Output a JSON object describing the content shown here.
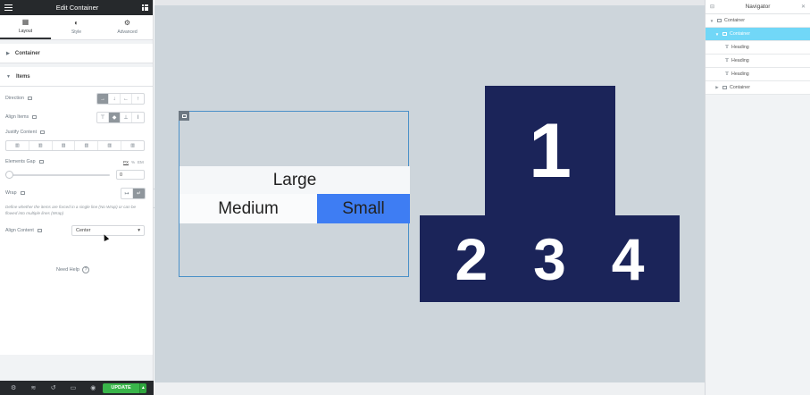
{
  "panel": {
    "title": "Edit Container",
    "tabs": [
      {
        "label": "Layout",
        "icon": "layout-icon"
      },
      {
        "label": "Style",
        "icon": "style-icon"
      },
      {
        "label": "Advanced",
        "icon": "gear-icon"
      }
    ],
    "sections": {
      "container": "Container",
      "items": "Items"
    },
    "controls": {
      "direction_label": "Direction",
      "align_items_label": "Align Items",
      "justify_content_label": "Justify Content",
      "elements_gap_label": "Elements Gap",
      "elements_gap_value": "0",
      "units": [
        "PX",
        "%",
        "EM"
      ],
      "wrap_label": "Wrap",
      "wrap_description": "Define whether the items are forced in a single line (No Wrap) or can be flowed into multiple lines (Wrap)",
      "align_content_label": "Align Content",
      "align_content_value": "Center"
    },
    "need_help": "Need Help",
    "update_label": "UPDATE"
  },
  "canvas": {
    "flex_items": {
      "large": "Large",
      "medium": "Medium",
      "small": "Small"
    },
    "podium": {
      "first": "1",
      "second": "2",
      "third": "3",
      "fourth": "4"
    },
    "colors": {
      "podium": "#1b2459",
      "small_box": "#3e7df3",
      "selection_outline": "#4a90c8"
    }
  },
  "navigator": {
    "title": "Navigator",
    "items": [
      {
        "label": "Container",
        "level": 0
      },
      {
        "label": "Container",
        "level": 1
      },
      {
        "label": "Heading",
        "level": 2
      },
      {
        "label": "Heading",
        "level": 2
      },
      {
        "label": "Heading",
        "level": 2
      },
      {
        "label": "Container",
        "level": 1
      }
    ]
  }
}
